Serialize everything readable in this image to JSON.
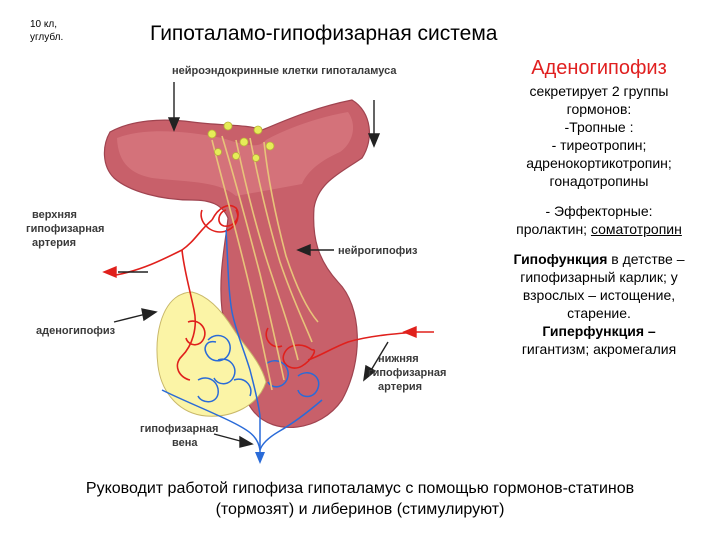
{
  "header": {
    "grade_note": "10 кл,\nуглубл.",
    "title": "Гипоталамо-гипофизарная система"
  },
  "diagram": {
    "labels": {
      "neuroendocrine": "нейроэндокринные клетки гипоталамуса",
      "superior_artery_1": "верхняя",
      "superior_artery_2": "гипофизарная",
      "superior_artery_3": "артерия",
      "neurohypophysis": "нейрогипофиз",
      "adenohypophysis": "аденогипофиз",
      "inferior_artery_1": "нижняя",
      "inferior_artery_2": "гипофизарная",
      "inferior_artery_3": "артерия",
      "vein_1": "гипофизарная",
      "vein_2": "вена"
    },
    "colors": {
      "tissue": "#c8606a",
      "tissue_light": "#e29aa0",
      "adeno": "#fbf4a6",
      "artery": "#e0201c",
      "vein": "#2a6bd8",
      "axon": "#e8c37a",
      "cell": "#e6ec58",
      "arrow": "#222222"
    }
  },
  "right_panel": {
    "heading": "Аденогипофиз",
    "lines_1": [
      "секретирует 2 группы",
      "гормонов:",
      "-Тропные :",
      "- тиреотропин;",
      "адренокортикотропин;",
      "гонадотропины"
    ],
    "effector_line": "- Эффекторные:",
    "effector_plain": "пролактин;",
    "effector_underlined": "соматотропин",
    "hypo_bold": "Гипофункция",
    "hypo_rest": " в детстве –",
    "lines_2": [
      "гипофизарный карлик; у",
      "взрослых – истощение,",
      "старение."
    ],
    "hyper_bold": "Гиперфункция –",
    "hyper_rest": "гигантизм; акромегалия"
  },
  "footer": {
    "line1": "Руководит работой гипофиза гипоталамус с помощью гормонов-статинов",
    "line2": "(тормозят) и либеринов (стимулируют)"
  }
}
